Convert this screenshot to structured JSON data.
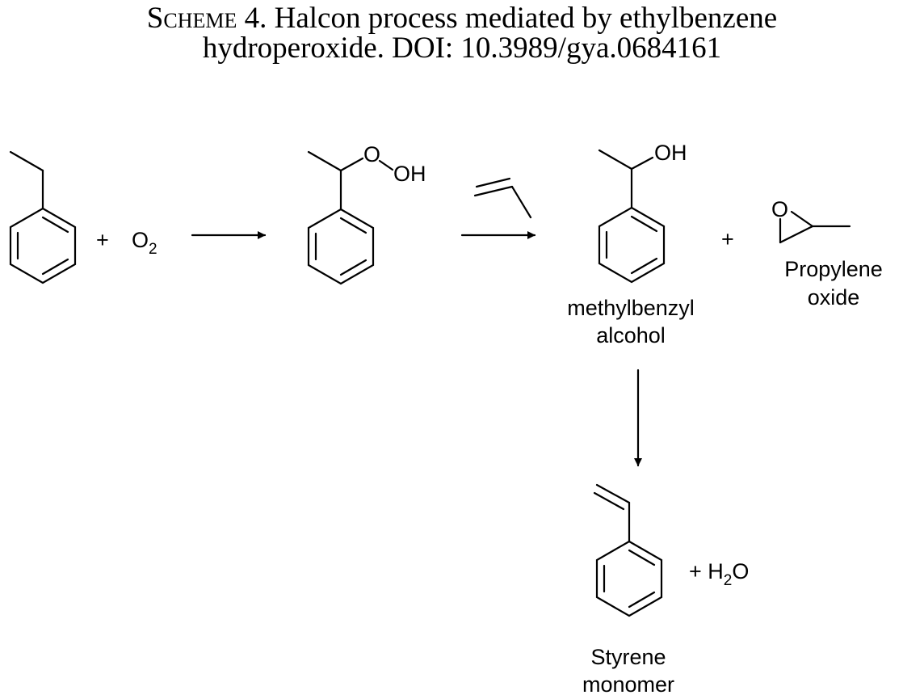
{
  "caption": {
    "label": "Scheme 4.",
    "text": "Halcon process mediated by ethylbenzene",
    "text_line2": "hydroperoxide. DOI: 10.3989/gya.0684161"
  },
  "scheme": {
    "plus": "+",
    "oxygen_reagent": {
      "base": "O",
      "subscript": "2"
    },
    "hydroperoxide_atoms": {
      "o": "O",
      "oh": "OH"
    },
    "alcohol_atom_oh": "OH",
    "alcohol_label": [
      "methylbenzyl",
      "alcohol"
    ],
    "epoxide_atom_o": "O",
    "epoxide_label": [
      "Propylene",
      "oxide"
    ],
    "water": {
      "prefix": "+ H",
      "subscript": "2",
      "suffix": "O"
    },
    "styrene_label": [
      "Styrene",
      "monomer"
    ]
  }
}
